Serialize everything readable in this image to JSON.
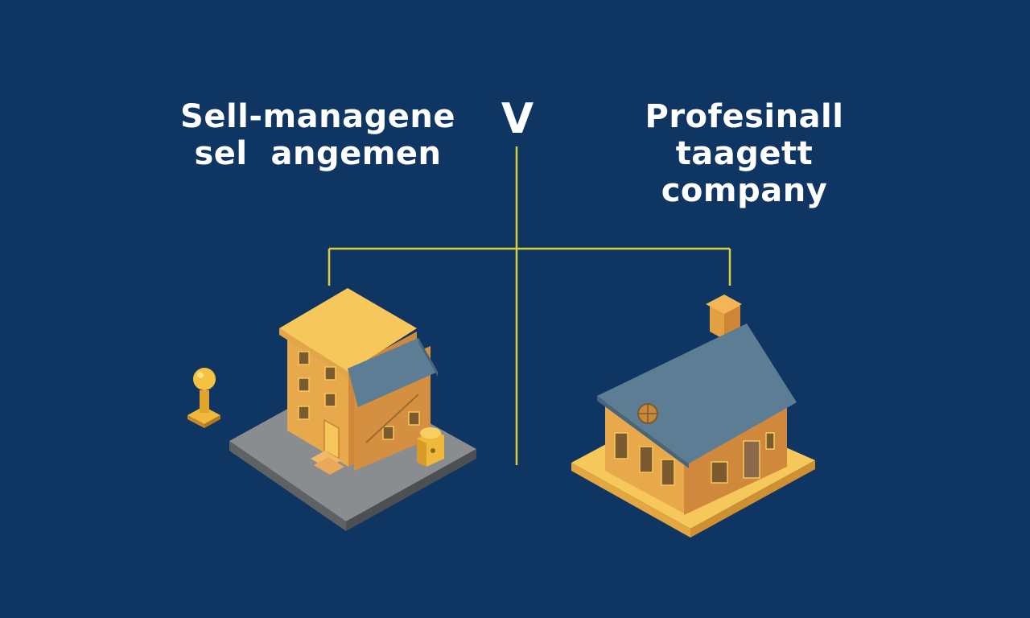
{
  "left_label": {
    "line1": "Sell-managene",
    "line2": "sel  angemen"
  },
  "vs_label": "V",
  "right_label": {
    "line1": "Profesinall",
    "line2": "taagett",
    "line3": "company"
  },
  "colors": {
    "background": "#0f3562",
    "connector": "#d9cf3a",
    "building_top": "#f6c75a",
    "building_wall": "#e8a94c",
    "building_side": "#d0893c",
    "roof": "#5c7d93",
    "ground_gray": "#8a8d90",
    "ground_yellow": "#f6c75a"
  },
  "icons": {
    "left": "self-managed-apartment-building-icon",
    "right": "professionally-managed-house-icon",
    "pin": "location-pin-icon",
    "mailbox": "mailbox-icon"
  }
}
